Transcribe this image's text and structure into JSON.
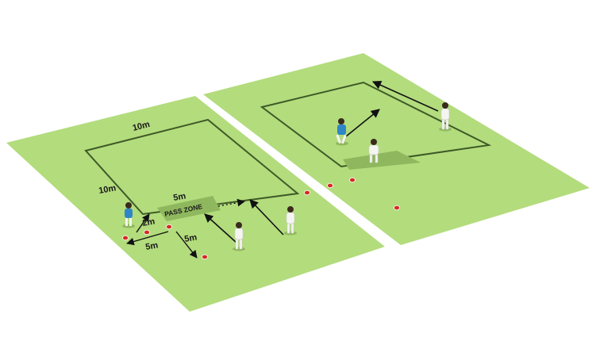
{
  "labels": {
    "top_width": "10m",
    "left_depth": "10m",
    "pass_zone_len": "5m",
    "pass_zone": "PASS ZONE",
    "offset": "2m",
    "bottom_left": "5m",
    "bottom_right": "5m"
  },
  "colors": {
    "pitch": "#b3dc7d",
    "pitch_edge": "#9cc865",
    "zone_line": "#3e5a26",
    "pass_zone_fill": "#8fb85e",
    "marker": "#d42a20",
    "player_blue": "#2f86c7",
    "player_white": "#f4f4f0"
  }
}
